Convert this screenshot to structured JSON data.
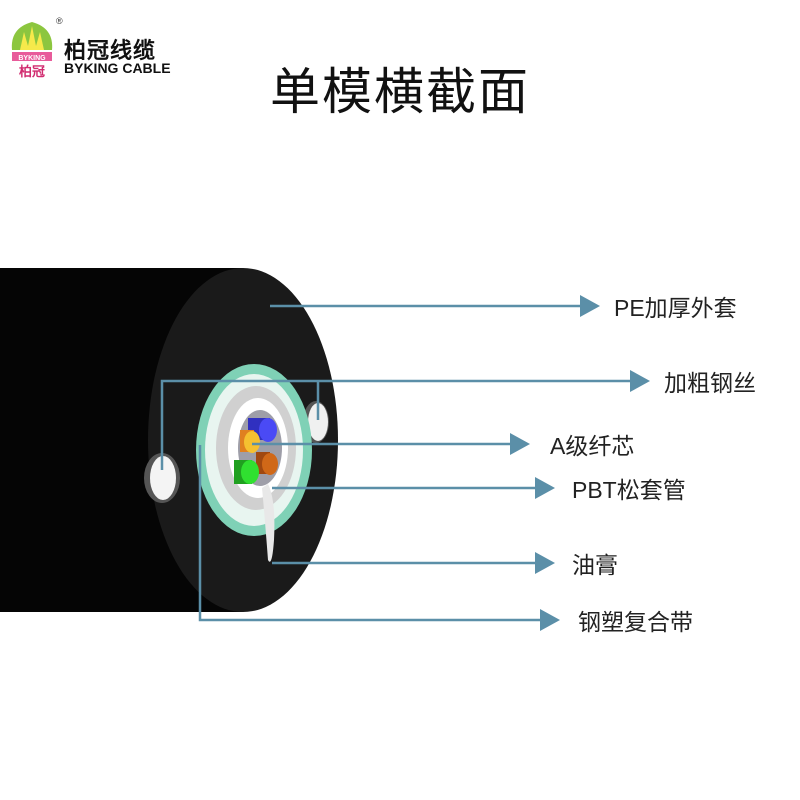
{
  "logo": {
    "cn": "柏冠线缆",
    "en": "BYKING CABLE",
    "badge": "BYKING",
    "badge_cn": "柏冠",
    "reg": "®"
  },
  "title": "单模横截面",
  "labels": {
    "jacket": "PE加厚外套",
    "steel_wire": "加粗钢丝",
    "fiber": "A级纤芯",
    "tube": "PBT松套管",
    "gel": "油膏",
    "tape": "钢塑复合带"
  },
  "colors": {
    "leader": "#5b8fa8",
    "jacket": "#0a0a0a",
    "tape": "#7fd1b6"
  }
}
